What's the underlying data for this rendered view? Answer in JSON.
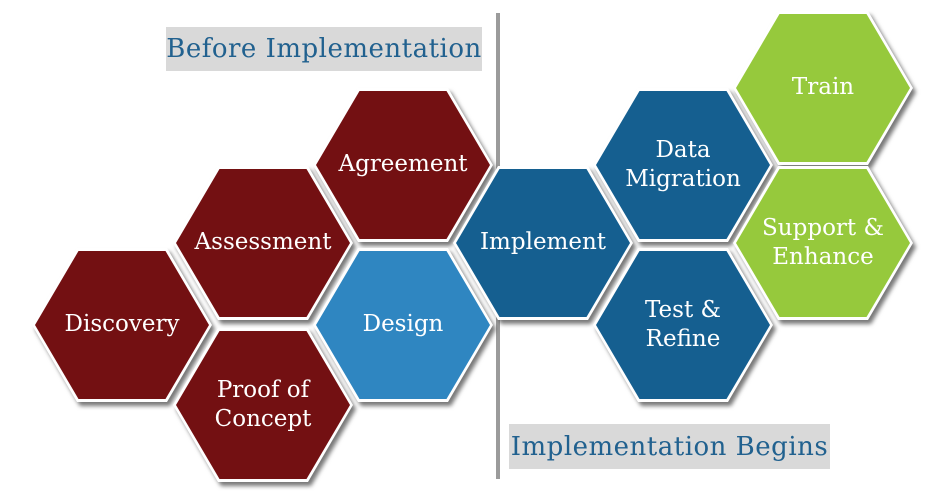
{
  "section_labels": {
    "before": "Before Implementation",
    "begins": "Implementation Begins"
  },
  "colors": {
    "maroon": "#731012",
    "dark_blue": "#155F90",
    "light_blue": "#2F86C1",
    "green": "#96C93C",
    "label_text": "#21618F",
    "label_bg": "#D9D9D9",
    "divider_gray": "#9B9B9B",
    "hex_text": "#FFFFFF"
  },
  "hexes": [
    {
      "name": "discovery",
      "label": "Discovery",
      "lines": [
        "Discovery"
      ],
      "color": "maroon"
    },
    {
      "name": "assessment",
      "label": "Assessment",
      "lines": [
        "Assessment"
      ],
      "color": "maroon"
    },
    {
      "name": "agreement",
      "label": "Agreement",
      "lines": [
        "Agreement"
      ],
      "color": "maroon"
    },
    {
      "name": "proof-of-concept",
      "label": "Proof of Concept",
      "lines": [
        "Proof of",
        "Concept"
      ],
      "color": "maroon"
    },
    {
      "name": "design",
      "label": "Design",
      "lines": [
        "Design"
      ],
      "color": "light_blue"
    },
    {
      "name": "implement",
      "label": "Implement",
      "lines": [
        "Implement"
      ],
      "color": "dark_blue"
    },
    {
      "name": "data-migration",
      "label": "Data Migration",
      "lines": [
        "Data",
        "Migration"
      ],
      "color": "dark_blue"
    },
    {
      "name": "test-refine",
      "label": "Test & Refine",
      "lines": [
        "Test &",
        "Refine"
      ],
      "color": "dark_blue"
    },
    {
      "name": "train",
      "label": "Train",
      "lines": [
        "Train"
      ],
      "color": "green"
    },
    {
      "name": "support-enhance",
      "label": "Support & Enhance",
      "lines": [
        "Support &",
        "Enhance"
      ],
      "color": "green"
    }
  ]
}
